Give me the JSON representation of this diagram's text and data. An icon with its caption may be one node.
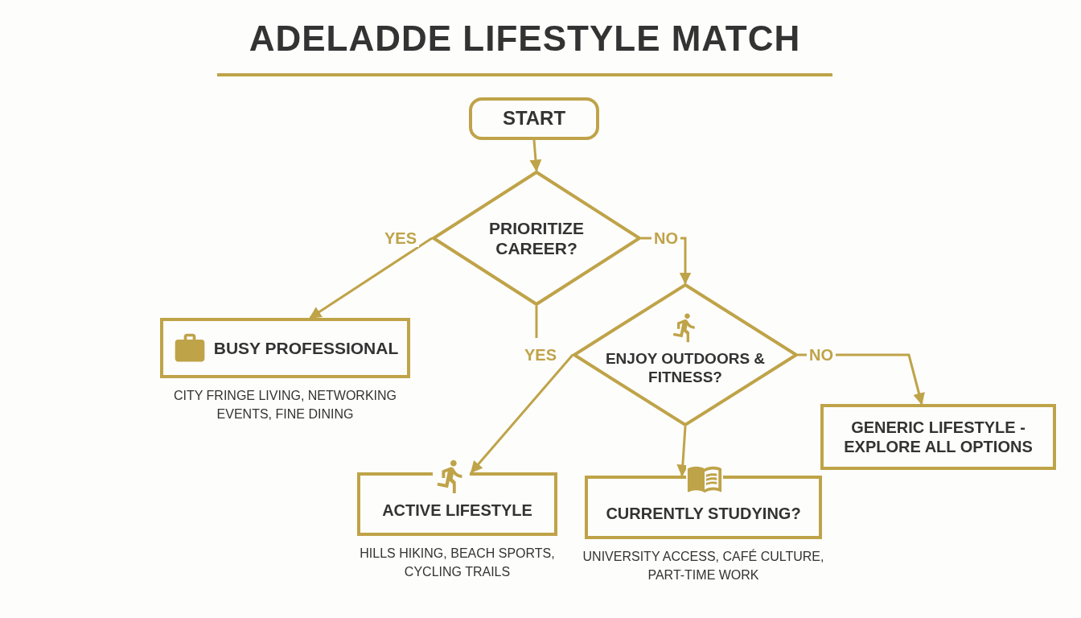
{
  "diagram": {
    "title": "ADELADDE LIFESTYLE MATCH",
    "nodes": [
      {
        "text": [
          "START"
        ]
      },
      {
        "text": [
          "PRIORITIZE CAREER?"
        ]
      },
      {
        "text": [
          "BUSY PROFESSIONAL"
        ],
        "beside": [
          "CITY FRINGE LIVING, NETWORKING EVENTS, FINE DINING"
        ]
      },
      {
        "text": [
          "ENJOY OUTDOORS & FITNESS?"
        ]
      },
      {
        "text": [
          "GENERIC LIFESTYLE - EXPLORE ALL OPTIONS"
        ]
      },
      {
        "text": [
          "ACTIVE LIFESTYLE"
        ],
        "beside": [
          "HILLS HIKING, BEACH SPORTS, CYCLING TRAILS"
        ]
      },
      {
        "text": [
          "CURRENTLY STUDYING?"
        ],
        "beside": [
          "UNIVERSITY ACCESS, CAFÉ CULTURE, PART-TIME WORK"
        ]
      }
    ],
    "edges": [
      {
        "from": 0,
        "to": 1,
        "arrow": "to"
      },
      {
        "from": 1,
        "to": 2,
        "arrow": "to",
        "label": "YES"
      },
      {
        "from": 1,
        "to": 3,
        "arrow": "to",
        "label": "NO"
      },
      {
        "from": 1,
        "to": null,
        "arrow": "none"
      },
      {
        "from": 3,
        "to": 5,
        "arrow": "to",
        "label": "YES"
      },
      {
        "from": 3,
        "to": 4,
        "arrow": "to",
        "label": "NO"
      },
      {
        "from": 3,
        "to": 6,
        "arrow": "to"
      }
    ]
  }
}
